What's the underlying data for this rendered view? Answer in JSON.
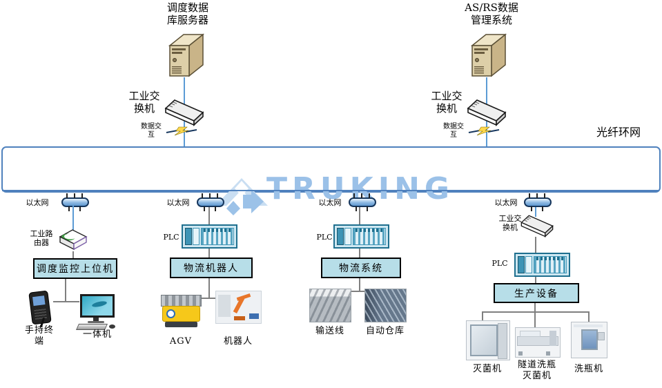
{
  "colors": {
    "box_fill": "#b7dee8",
    "bar_border": "#4f81bd",
    "line_blue": "#5b9bd5",
    "line_gray": "#7f7f7f",
    "watermark_blue": "#9bc1e8",
    "plc_teal": "#1e6f8e",
    "agv_yellow": "#f6c81a",
    "bolt_yellow": "#ffd84d"
  },
  "ring": {
    "label": "光纤环网",
    "watermark": "TRUKING"
  },
  "top": {
    "server1": {
      "title": "调度数据\n库服务器",
      "switch": "工业交\n换机",
      "data_exchange": "数据交\n互"
    },
    "server2": {
      "title": "AS/RS数据\n管理系统",
      "switch": "工业交\n换机",
      "data_exchange": "数据交\n互"
    }
  },
  "branches": [
    {
      "ethernet": "以太网",
      "router": "工业路\n由器",
      "box": "调度监控上位机",
      "devices": [
        "手持终\n端",
        "一体机"
      ]
    },
    {
      "ethernet": "以太网",
      "plc": "PLC",
      "box": "物流机器人",
      "devices": [
        "AGV",
        "机器人"
      ]
    },
    {
      "ethernet": "以太网",
      "plc": "PLC",
      "box": "物流系统",
      "devices": [
        "输送线",
        "自动仓库"
      ]
    },
    {
      "ethernet": "以太网",
      "switch": "工业交\n换机",
      "plc": "PLC",
      "box": "生产设备",
      "devices": [
        "灭菌机",
        "隧道洗瓶\n灭菌机",
        "洗瓶机"
      ]
    }
  ],
  "icons": {
    "server": "server-tower-icon",
    "switch": "network-switch-icon",
    "router": "industrial-router-icon",
    "plc": "plc-rack-icon",
    "ethernet_tap": "ethernet-tap-icon",
    "lightning": "data-exchange-lightning-icon"
  }
}
